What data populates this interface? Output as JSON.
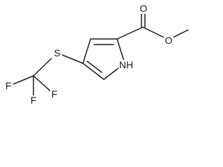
{
  "molecule": {
    "atoms": {
      "O_carbonyl": "O",
      "O_ester": "O",
      "S": "S",
      "F1": "F",
      "F2": "F",
      "F3": "F",
      "NH": "NH"
    }
  }
}
